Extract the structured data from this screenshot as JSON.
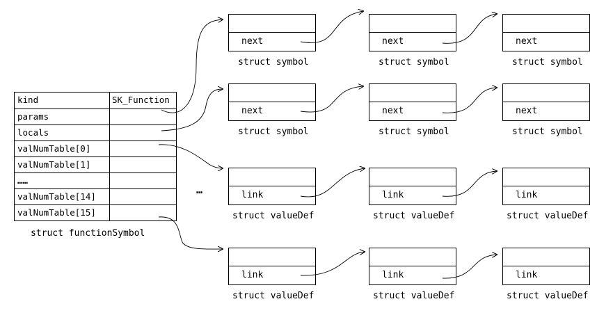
{
  "function_symbol": {
    "rows": [
      {
        "left": "kind",
        "right": "SK_Function"
      },
      {
        "left": "params",
        "right": ""
      },
      {
        "left": "locals",
        "right": ""
      },
      {
        "left": "valNumTable[0]",
        "right": ""
      },
      {
        "left": "valNumTable[1]",
        "right": ""
      },
      {
        "left": "……",
        "right": ""
      },
      {
        "left": "valNumTable[14]",
        "right": ""
      },
      {
        "left": "valNumTable[15]",
        "right": ""
      }
    ],
    "caption": "struct functionSymbol"
  },
  "ellipsis": "…",
  "chains": [
    {
      "field": "next",
      "caption": "struct symbol",
      "length": 3
    },
    {
      "field": "next",
      "caption": "struct symbol",
      "length": 3
    },
    {
      "field": "link",
      "caption": "struct valueDef",
      "length": 3
    },
    {
      "field": "link",
      "caption": "struct valueDef",
      "length": 3
    }
  ]
}
